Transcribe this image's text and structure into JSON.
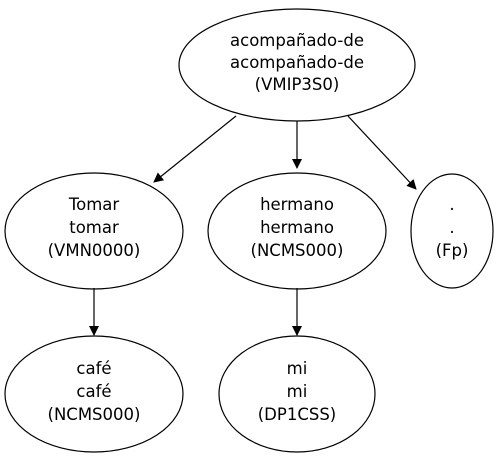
{
  "nodes": [
    {
      "id": "root",
      "lines": [
        "acompañado-de",
        "acompañado-de",
        "(VMIP3S0)"
      ]
    },
    {
      "id": "tomar",
      "lines": [
        "Tomar",
        "tomar",
        "(VMN0000)"
      ]
    },
    {
      "id": "hermano",
      "lines": [
        "hermano",
        "hermano",
        "(NCMS000)"
      ]
    },
    {
      "id": "punct",
      "lines": [
        ".",
        ".",
        "(Fp)"
      ]
    },
    {
      "id": "cafe",
      "lines": [
        "café",
        "café",
        "(NCMS000)"
      ]
    },
    {
      "id": "mi",
      "lines": [
        "mi",
        "mi",
        "(DP1CSS)"
      ]
    }
  ],
  "edges": [
    {
      "from": "root",
      "to": "tomar"
    },
    {
      "from": "root",
      "to": "hermano"
    },
    {
      "from": "root",
      "to": "punct"
    },
    {
      "from": "tomar",
      "to": "cafe"
    },
    {
      "from": "hermano",
      "to": "mi"
    }
  ]
}
